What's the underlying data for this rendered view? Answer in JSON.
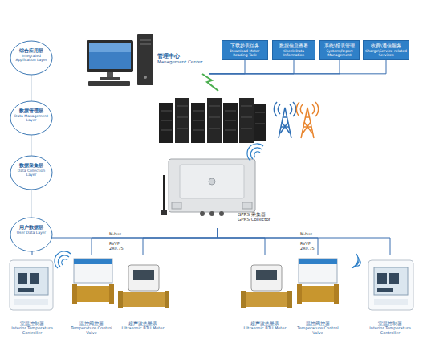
{
  "diagram": {
    "nodes": [
      {
        "text": [
          "综合应用层",
          "Integrated Application Layer"
        ]
      },
      {
        "text": [
          "数据管理层",
          "Data Management Layer"
        ]
      },
      {
        "text": [
          "数据采集层",
          "Data Collection Layer"
        ]
      },
      {
        "text": [
          "用户数据层",
          "User Data Layer"
        ]
      },
      {
        "text": [
          "管理中心",
          "Management Center"
        ]
      },
      {
        "text": [
          "下载抄表任务",
          "Download Meter Reading Task"
        ]
      },
      {
        "text": [
          "数据信息查看",
          "Check Data Information"
        ]
      },
      {
        "text": [
          "系统\\报表管理",
          "System\\Report Management"
        ]
      },
      {
        "text": [
          "收费\\通信服务",
          "Charge\\Service-related Services"
        ]
      },
      {
        "text": [
          "GPRS 采集器",
          "GPRS Collector"
        ]
      },
      {
        "text": [
          "室温控制器",
          "Interior Temperature Controller"
        ]
      },
      {
        "text": [
          "温控阀控器",
          "Temperature Control Valve"
        ]
      },
      {
        "text": [
          "超声波热量表",
          "Ultrasonic BTU Meter"
        ]
      },
      {
        "text": [
          "超声波热量表",
          "Ultrasonic BTU Meter"
        ]
      },
      {
        "text": [
          "温控阀控器",
          "Temperature Control Valve"
        ]
      },
      {
        "text": [
          "室温控制器",
          "Interior Temperature Controller"
        ]
      }
    ],
    "edges": [
      {
        "from": 4,
        "to": 5,
        "arrow": "none"
      },
      {
        "from": 4,
        "to": 6,
        "arrow": "none"
      },
      {
        "from": 4,
        "to": 7,
        "arrow": "none"
      },
      {
        "from": 4,
        "to": 8,
        "arrow": "none"
      },
      {
        "from": 9,
        "to": 10,
        "arrow": "none"
      },
      {
        "from": 9,
        "to": 11,
        "arrow": "none"
      },
      {
        "from": 9,
        "to": 12,
        "arrow": "none"
      },
      {
        "from": 9,
        "to": 13,
        "arrow": "none"
      },
      {
        "from": 9,
        "to": 14,
        "arrow": "none"
      },
      {
        "from": 9,
        "to": 15,
        "arrow": "none"
      }
    ],
    "labels": [
      "M-bus",
      "RVVP 2X0.75",
      "M-bus",
      "RVVP 2X0.75"
    ]
  }
}
